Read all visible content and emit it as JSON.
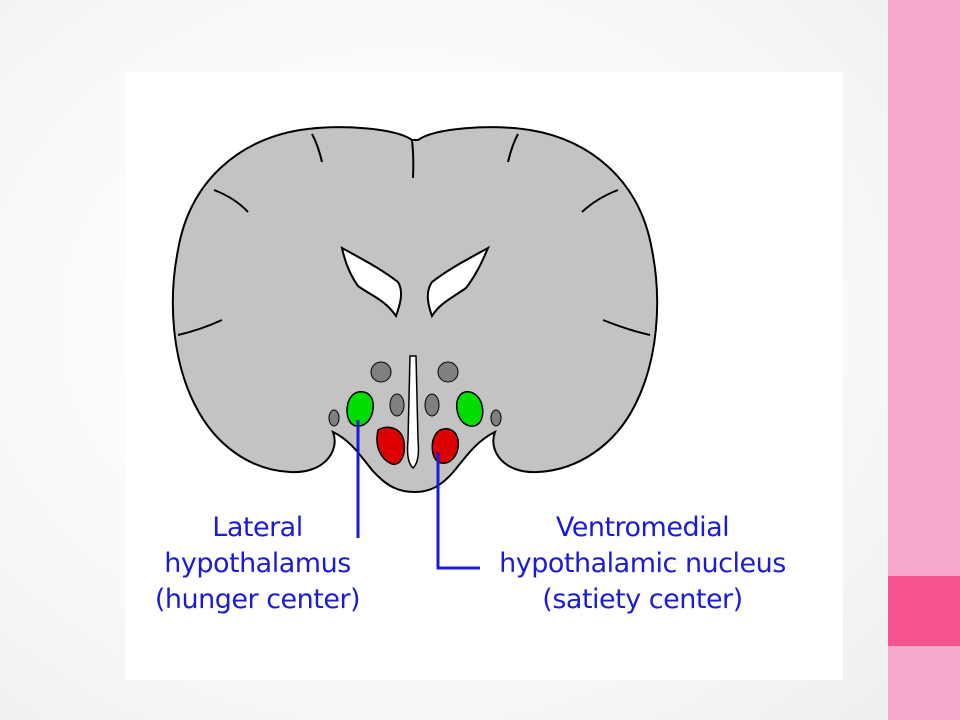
{
  "labels": {
    "lateral": [
      "Lateral",
      "hypothalamus",
      "(hunger center)"
    ],
    "ventromedial": [
      "Ventromedial",
      "hypothalamic nucleus",
      "(satiety center)"
    ]
  },
  "colors": {
    "brain_fill": "#c3c3c3",
    "outline": "#000000",
    "lateral_nucleus": "#00dd00",
    "ventromedial_nucleus": "#dd0000",
    "pointer_and_text": "#1b1bd6",
    "side_bar": "#f8aacd",
    "side_bar_accent": "#f5538f"
  }
}
